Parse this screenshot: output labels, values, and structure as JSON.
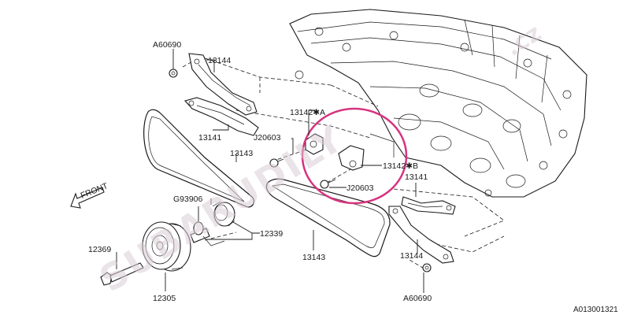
{
  "watermark": {
    "brand": "SUBARUDILY",
    "domain": ".cz"
  },
  "front_label": "FRONT",
  "diagram_code": "A013001321",
  "parts": {
    "a60690_top": "A60690",
    "p13144_top": "13144",
    "p13141_top": "13141",
    "p13143_top": "13143",
    "p13142_a": "13142✱A",
    "p13142_b": "13142✱B",
    "j20603_top": "J20603",
    "j20603_mid": "J20603",
    "g93906": "G93906",
    "p12339": "12339",
    "p12369": "12369",
    "p12305": "12305",
    "p13143_bottom": "13143",
    "p13141_right": "13141",
    "p13144_bottom": "13144",
    "a60690_bottom": "A60690"
  },
  "colors": {
    "highlight_circle": "#d6337f",
    "watermark": "#d9ccd6",
    "ink": "#1a1a1a"
  }
}
